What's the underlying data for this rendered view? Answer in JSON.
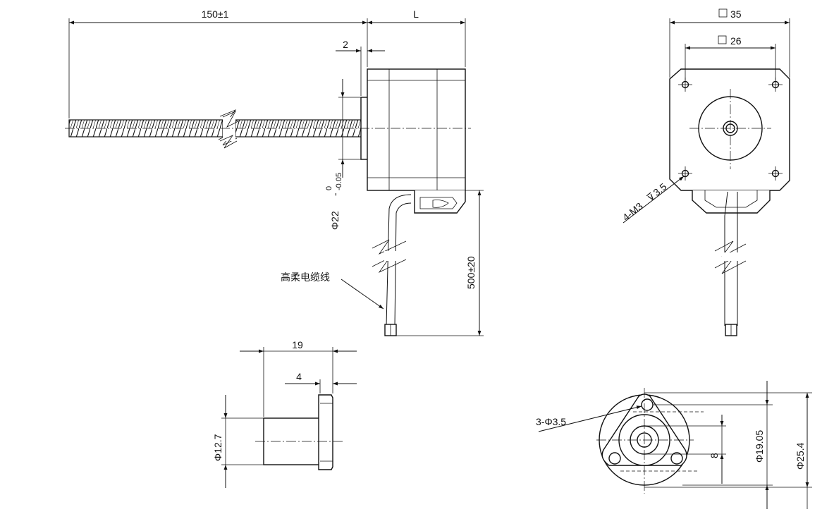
{
  "dimensions": {
    "screw_length": "150±1",
    "motor_length": "L",
    "gap": "2",
    "pilot_diameter": "Φ22",
    "pilot_tolerance_upper": "0",
    "pilot_tolerance_lower": "-0.05",
    "cable_length": "500±20",
    "square_outer": "35",
    "square_inner": "26",
    "mount_holes": "4-M3",
    "mount_hole_depth": "3.5",
    "nut_length": "19",
    "nut_flange": "4",
    "nut_diameter": "Φ12.7",
    "nut_holes": "3-Φ3.5",
    "nut_inner_offset": "8",
    "nut_bolt_circle": "Φ19.05",
    "nut_flange_diameter": "Φ25.4"
  },
  "labels": {
    "cable": "高柔电缆线"
  }
}
